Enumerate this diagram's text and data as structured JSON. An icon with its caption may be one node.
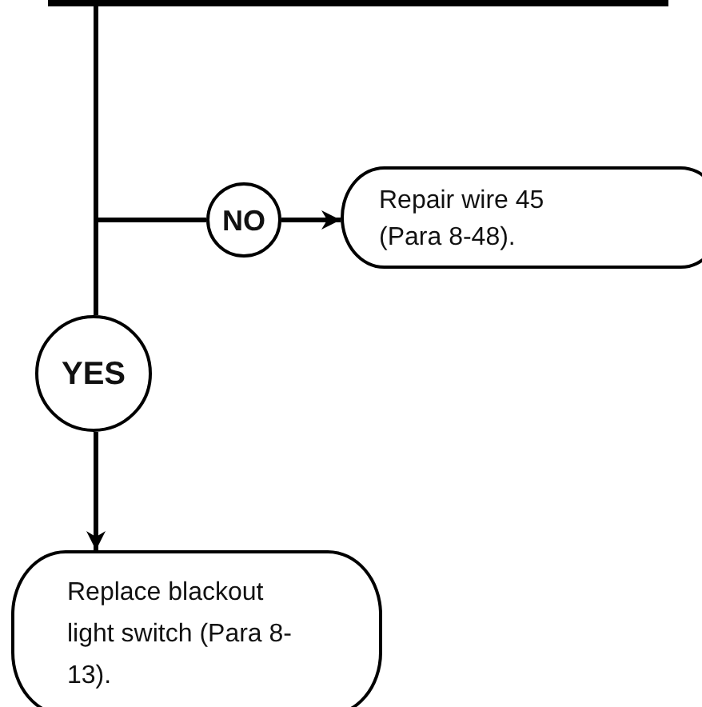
{
  "diagram": {
    "nodes": [
      {
        "text": [],
        "shape": "box"
      },
      {
        "text": [
          "NO"
        ]
      },
      {
        "text": [
          "Repair wire 45 (Para 8-48)."
        ]
      },
      {
        "text": [
          "YES"
        ]
      },
      {
        "text": [
          "Replace blackout light switch (Para 8-13)."
        ]
      }
    ],
    "edges": [
      {
        "from": 0,
        "to": 1,
        "arrow": "none"
      },
      {
        "from": 1,
        "to": 2,
        "arrow": "to"
      },
      {
        "from": 0,
        "to": 3,
        "arrow": "none"
      },
      {
        "from": 3,
        "to": 4,
        "arrow": "to"
      }
    ]
  }
}
